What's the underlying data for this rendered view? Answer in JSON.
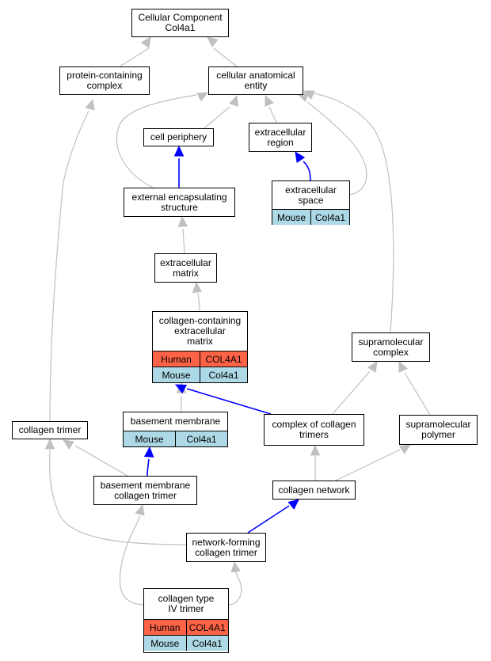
{
  "colors": {
    "edge_default": "#c0c0c0",
    "edge_highlight": "#0000ff",
    "human_row": "#ff6347",
    "mouse_row": "#add8e6"
  },
  "nodes": {
    "root": "Cellular Component\nCol4a1",
    "protein_containing_complex": "protein-containing\ncomplex",
    "cellular_anatomical_entity": "cellular anatomical\nentity",
    "cell_periphery": "cell periphery",
    "extracellular_region": "extracellular\nregion",
    "extracellular_space": {
      "label": "extracellular\nspace",
      "rows": [
        {
          "species": "Mouse",
          "gene": "Col4a1"
        }
      ]
    },
    "external_encapsulating_structure": "external encapsulating\nstructure",
    "extracellular_matrix": "extracellular\nmatrix",
    "collagen_containing_ecm": {
      "label": "collagen-containing\nextracellular\nmatrix",
      "rows": [
        {
          "species": "Human",
          "gene": "COL4A1"
        },
        {
          "species": "Mouse",
          "gene": "Col4a1"
        }
      ]
    },
    "supramolecular_complex": "supramolecular\ncomplex",
    "basement_membrane": {
      "label": "basement membrane",
      "rows": [
        {
          "species": "Mouse",
          "gene": "Col4a1"
        }
      ]
    },
    "collagen_trimer": "collagen trimer",
    "complex_of_collagen_trimers": "complex of collagen\ntrimers",
    "supramolecular_polymer": "supramolecular\npolymer",
    "basement_membrane_collagen_trimer": "basement membrane\ncollagen trimer",
    "collagen_network": "collagen network",
    "network_forming_collagen_trimer": "network-forming\ncollagen trimer",
    "collagen_type_iv_trimer": {
      "label": "collagen type\nIV trimer",
      "rows": [
        {
          "species": "Human",
          "gene": "COL4A1"
        },
        {
          "species": "Mouse",
          "gene": "Col4a1"
        }
      ]
    }
  },
  "edges": [
    {
      "from": "protein_containing_complex",
      "to": "root",
      "color": "default"
    },
    {
      "from": "cellular_anatomical_entity",
      "to": "root",
      "color": "default"
    },
    {
      "from": "cell_periphery",
      "to": "cellular_anatomical_entity",
      "color": "default"
    },
    {
      "from": "extracellular_region",
      "to": "cellular_anatomical_entity",
      "color": "default"
    },
    {
      "from": "external_encapsulating_structure",
      "to": "cellular_anatomical_entity",
      "color": "default"
    },
    {
      "from": "extracellular_space",
      "to": "cellular_anatomical_entity",
      "color": "default"
    },
    {
      "from": "supramolecular_complex",
      "to": "cellular_anatomical_entity",
      "color": "default"
    },
    {
      "from": "external_encapsulating_structure",
      "to": "cell_periphery",
      "color": "highlight"
    },
    {
      "from": "extracellular_space",
      "to": "extracellular_region",
      "color": "highlight"
    },
    {
      "from": "extracellular_matrix",
      "to": "external_encapsulating_structure",
      "color": "default"
    },
    {
      "from": "collagen_containing_ecm",
      "to": "extracellular_matrix",
      "color": "default"
    },
    {
      "from": "basement_membrane",
      "to": "collagen_containing_ecm",
      "color": "default"
    },
    {
      "from": "complex_of_collagen_trimers",
      "to": "collagen_containing_ecm",
      "color": "highlight"
    },
    {
      "from": "complex_of_collagen_trimers",
      "to": "supramolecular_complex",
      "color": "default"
    },
    {
      "from": "supramolecular_polymer",
      "to": "supramolecular_complex",
      "color": "default"
    },
    {
      "from": "collagen_trimer",
      "to": "protein_containing_complex",
      "color": "default"
    },
    {
      "from": "basement_membrane_collagen_trimer",
      "to": "basement_membrane",
      "color": "highlight"
    },
    {
      "from": "basement_membrane_collagen_trimer",
      "to": "collagen_trimer",
      "color": "default"
    },
    {
      "from": "collagen_network",
      "to": "complex_of_collagen_trimers",
      "color": "default"
    },
    {
      "from": "collagen_network",
      "to": "supramolecular_polymer",
      "color": "default"
    },
    {
      "from": "network_forming_collagen_trimer",
      "to": "collagen_network",
      "color": "highlight"
    },
    {
      "from": "network_forming_collagen_trimer",
      "to": "collagen_trimer",
      "color": "default"
    },
    {
      "from": "collagen_type_iv_trimer",
      "to": "basement_membrane_collagen_trimer",
      "color": "default"
    },
    {
      "from": "collagen_type_iv_trimer",
      "to": "network_forming_collagen_trimer",
      "color": "default"
    }
  ]
}
